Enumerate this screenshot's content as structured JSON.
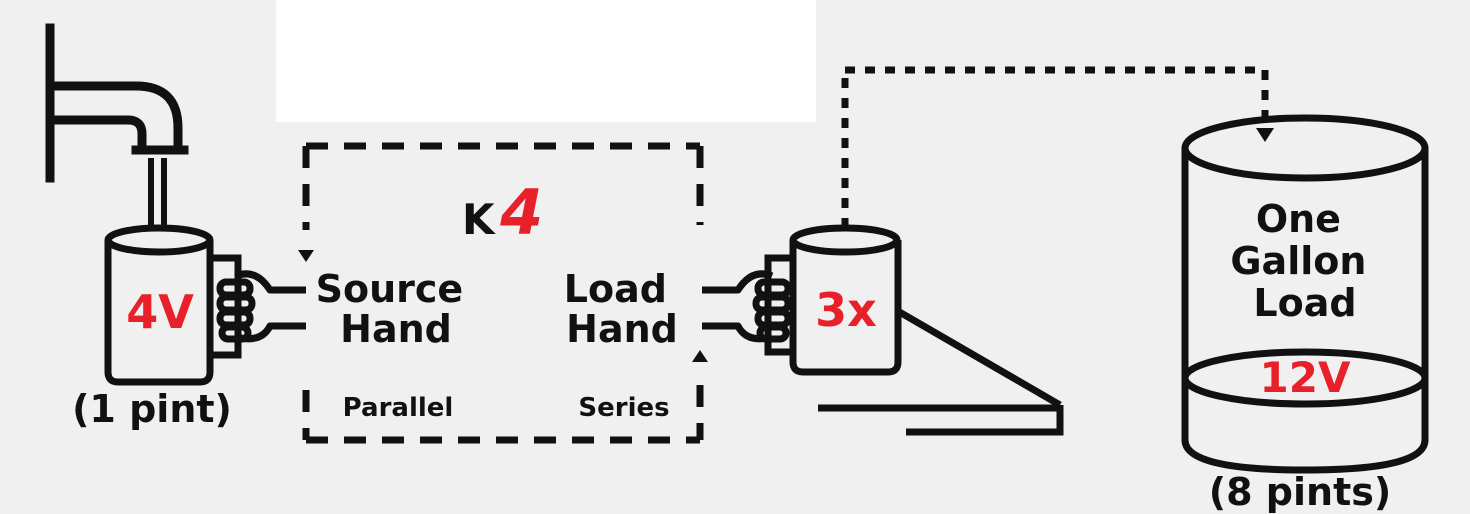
{
  "colors": {
    "background": "#f0f0f0",
    "panel": "#ffffff",
    "ink": "#111111",
    "accent_red": "#e8202a"
  },
  "icons": [
    "faucet-icon",
    "water-stream-icon",
    "small-mug-icon",
    "source-hand-icon",
    "load-hand-icon",
    "large-mug-icon",
    "bucket-icon"
  ],
  "left_mug": {
    "voltage": "4V",
    "capacity": "(1 pint)"
  },
  "transformer": {
    "logo_letter": "K",
    "logo_number": "4",
    "source_hand": [
      "Source",
      "Hand"
    ],
    "load_hand": [
      "Load",
      "Hand"
    ],
    "source_mode": "Parallel",
    "load_mode": "Series"
  },
  "right_mug": {
    "multiplier": "3x"
  },
  "bucket": {
    "title": [
      "One",
      "Gallon",
      "Load"
    ],
    "voltage": "12V",
    "capacity": "(8 pints)"
  }
}
